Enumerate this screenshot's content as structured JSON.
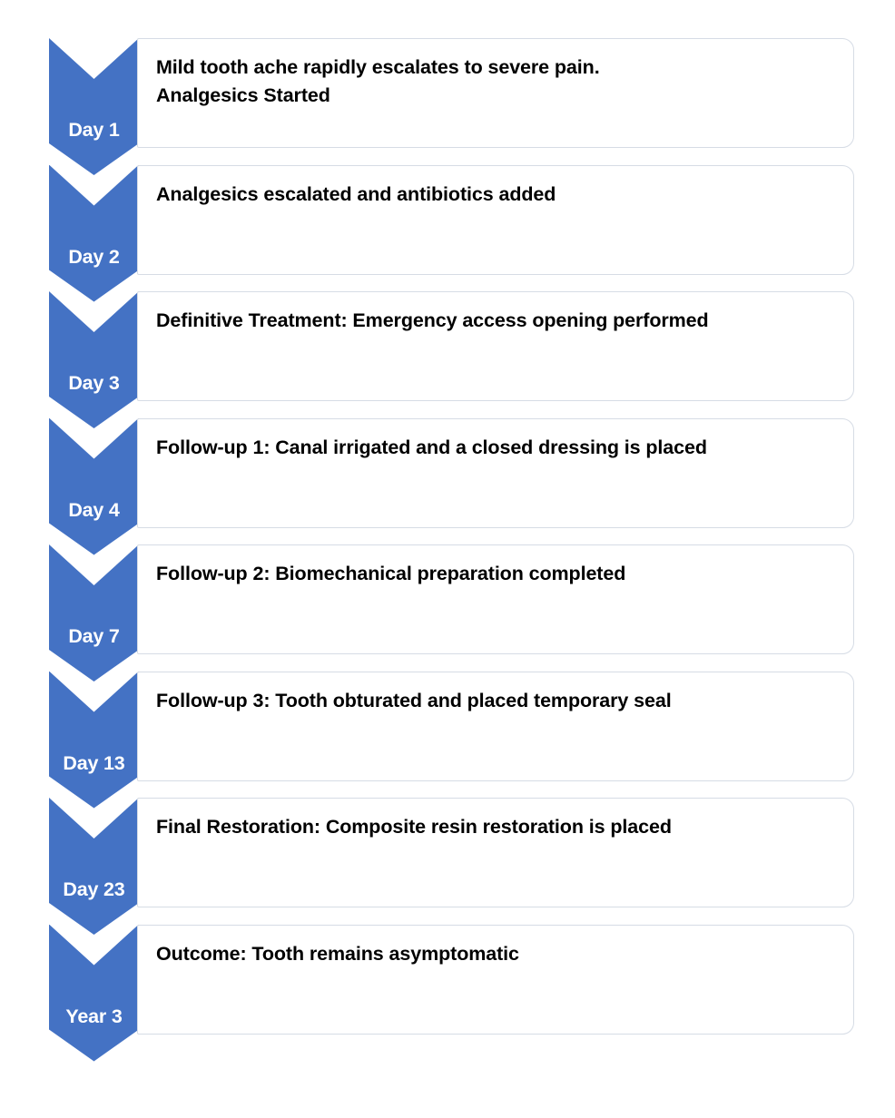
{
  "diagram": {
    "type": "vertical-chevron-timeline",
    "title_text": "",
    "colors": {
      "chevron_fill": "#4472C4",
      "chevron_label_text": "#FFFFFF",
      "card_background": "#FFFFFF",
      "card_border": "#D6DCE5",
      "card_text": "#000000",
      "page_background": "#FFFFFF"
    },
    "steps": [
      {
        "marker": "Day 1",
        "text": "Mild tooth ache rapidly escalates to severe pain.\nAnalgesics Started"
      },
      {
        "marker": "Day 2",
        "text": "Analgesics escalated and antibiotics added"
      },
      {
        "marker": "Day 3",
        "text": "Definitive Treatment: Emergency access opening performed"
      },
      {
        "marker": "Day 4",
        "text": "Follow-up 1: Canal irrigated and a closed dressing is placed"
      },
      {
        "marker": "Day 7",
        "text": "Follow-up 2: Biomechanical preparation completed"
      },
      {
        "marker": "Day 13",
        "text": "Follow-up 3: Tooth obturated and placed temporary seal"
      },
      {
        "marker": "Day 23",
        "text": "Final Restoration: Composite resin restoration is placed"
      },
      {
        "marker": "Year 3",
        "text": "Outcome: Tooth remains asymptomatic"
      }
    ]
  }
}
